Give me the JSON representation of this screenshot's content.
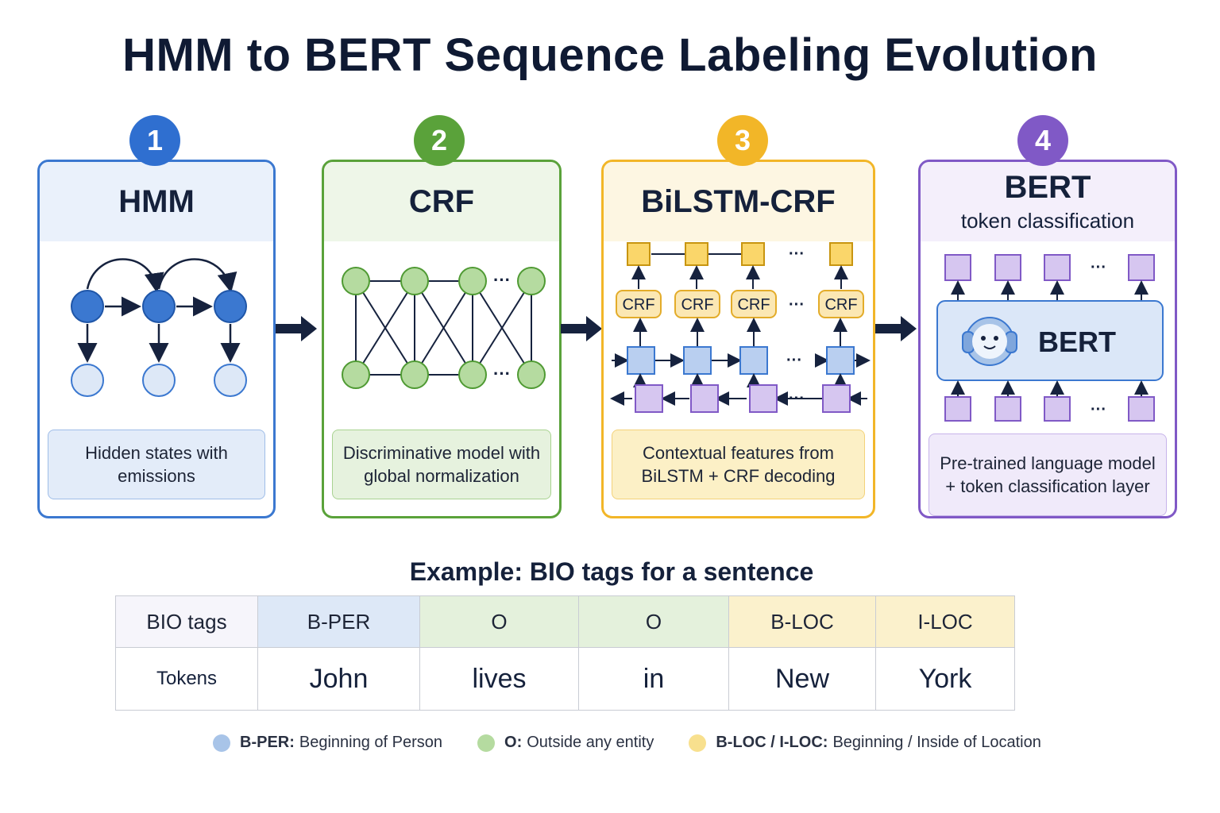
{
  "title": "HMM to BERT Sequence Labeling Evolution",
  "colors": {
    "hmm": "#2f6fd0",
    "crf": "#5aa23a",
    "bilstm": "#f2b628",
    "bert": "#8059c6",
    "arrow": "#16223e"
  },
  "steps": [
    {
      "number": "1",
      "title": "HMM",
      "subtitle": "",
      "desc": "Hidden states with emissions"
    },
    {
      "number": "2",
      "title": "CRF",
      "subtitle": "",
      "desc": "Discriminative model with global normalization"
    },
    {
      "number": "3",
      "title": "BiLSTM-CRF",
      "subtitle": "",
      "desc": "Contextual features from BiLSTM + CRF decoding"
    },
    {
      "number": "4",
      "title": "BERT",
      "subtitle": "token classification",
      "desc": "Pre-trained language model + token classification layer"
    }
  ],
  "diagram_labels": {
    "ellipsis": "···",
    "crf_node": "CRF",
    "bert_block": "BERT"
  },
  "example": {
    "title": "Example: BIO tags for a sentence",
    "tag_header": "BIO tags",
    "token_header": "Tokens",
    "columns": [
      {
        "tag": "B-PER",
        "token": "John",
        "color": "#dde8f7"
      },
      {
        "tag": "O",
        "token": "lives",
        "color": "#e4f1dc"
      },
      {
        "tag": "O",
        "token": "in",
        "color": "#e4f1dc"
      },
      {
        "tag": "B-LOC",
        "token": "New",
        "color": "#fbf1cc"
      },
      {
        "tag": "I-LOC",
        "token": "York",
        "color": "#fbf1cc"
      }
    ]
  },
  "legend": [
    {
      "key": "B-PER:",
      "text": "Beginning of Person",
      "color": "#a8c4e8"
    },
    {
      "key": "O:",
      "text": "Outside any entity",
      "color": "#b5dba0"
    },
    {
      "key": "B-LOC / I-LOC:",
      "text": "Beginning / Inside of Location",
      "color": "#f8e08e"
    }
  ]
}
